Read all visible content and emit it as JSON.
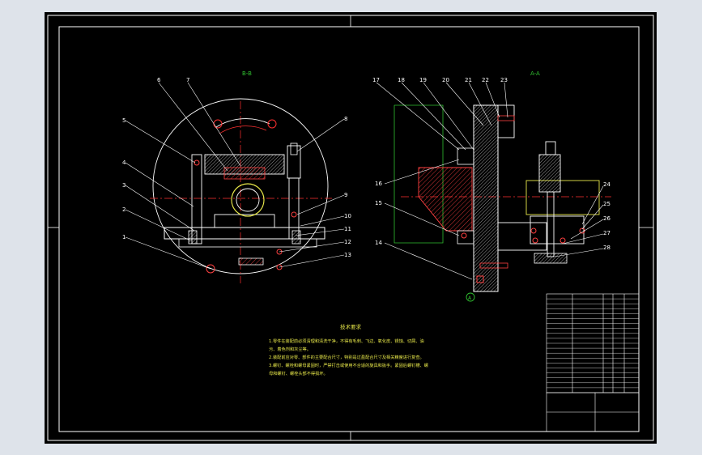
{
  "drawing": {
    "view_label_left": "B-B",
    "view_label_right": "A-A",
    "datum_label": "A",
    "left_callouts": [
      "1",
      "2",
      "3",
      "4",
      "5",
      "6",
      "7",
      "8",
      "9",
      "10",
      "11",
      "12",
      "13"
    ],
    "right_callouts": [
      "14",
      "15",
      "16",
      "17",
      "18",
      "19",
      "20",
      "21",
      "22",
      "23",
      "24",
      "25",
      "26",
      "27",
      "28"
    ],
    "tech_title": "技术要求",
    "tech_lines": [
      "1.零件在装配前必须清理和清洗干净，不得有毛刺、飞边、氧化皮、锈蚀、切屑、油",
      "污、着色剂和灰尘等。",
      "2.装配前应对零、部件的主要配合尺寸，特别是过盈配合尺寸及相关精度进行复查。",
      "3.螺钉、螺栓和螺母紧固时，严禁打击或使用不合适的旋具和扳手。紧固后螺钉槽、螺",
      "母和螺钉、螺栓头部不得损坏。"
    ]
  },
  "colors": {
    "sheet": "#000000",
    "outline": "#ffffff",
    "center_line": "#ff3030",
    "hatch": "#ff4040",
    "section_fill": "#e8e84a",
    "leader": "#ffffff",
    "frame": "#ffffff",
    "green": "#30c030"
  }
}
